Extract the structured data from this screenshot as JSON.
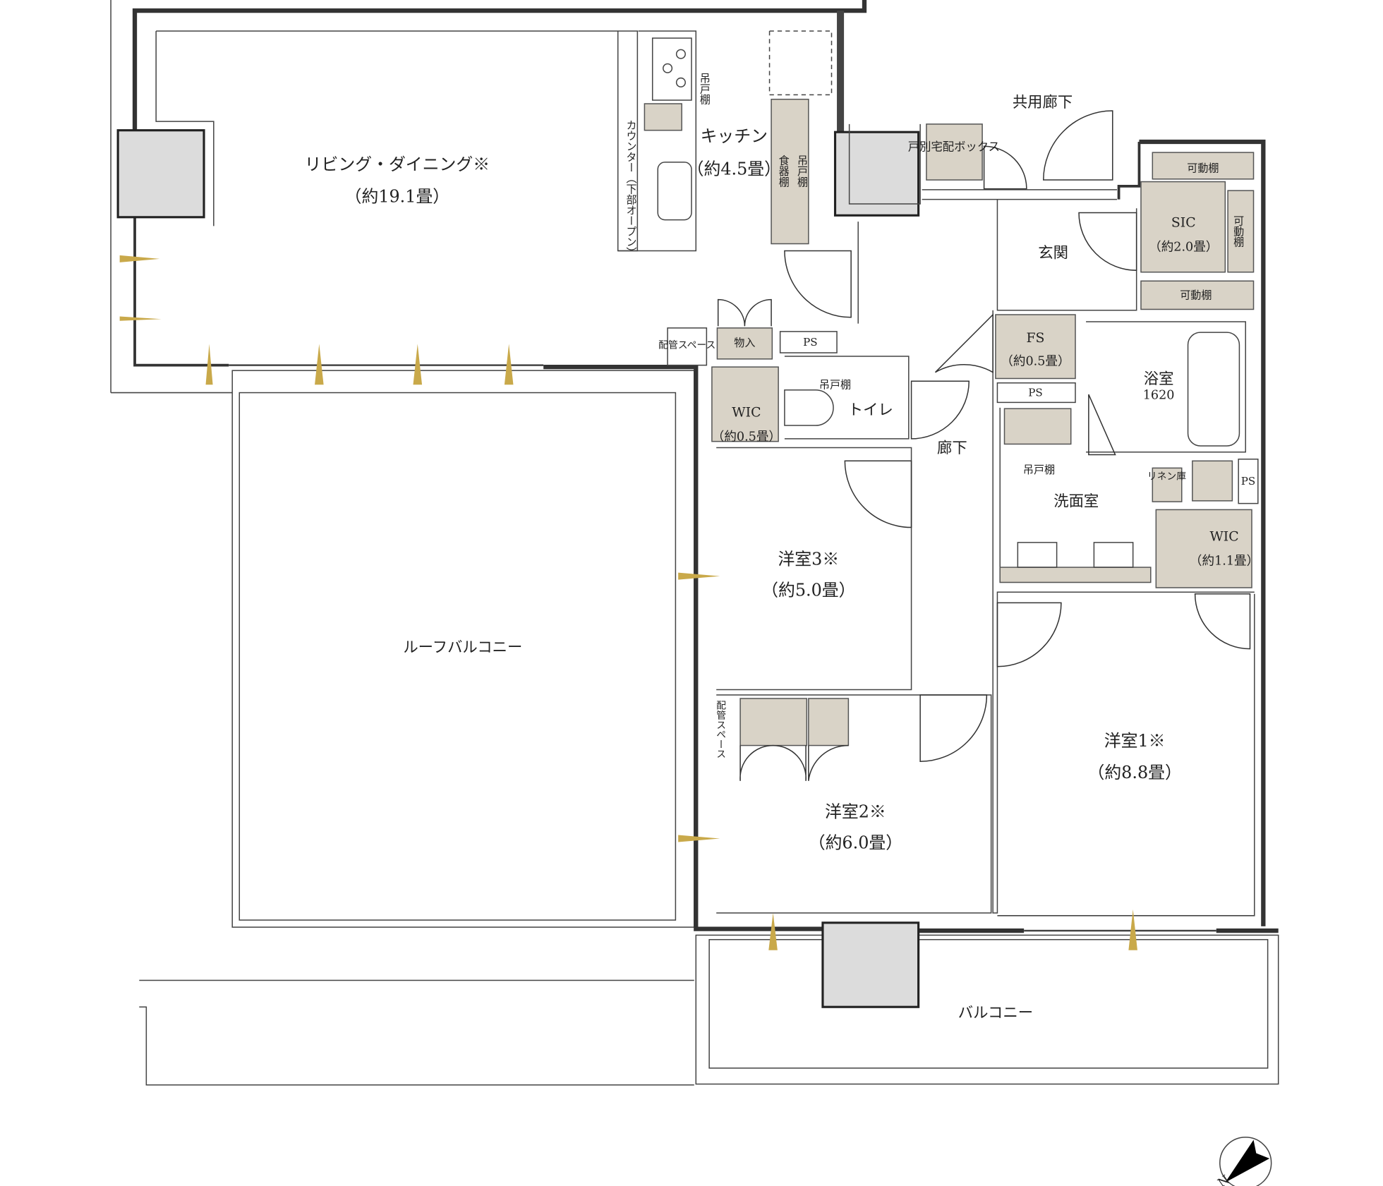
{
  "colors": {
    "storage": "#d9d3c7",
    "column": "#dcdcdc",
    "window_marker": "#c9a94a",
    "wall": "#333333"
  },
  "rooms": {
    "living": {
      "name": "リビング・ダイニング※",
      "size": "（約19.1畳）"
    },
    "kitchen": {
      "name": "キッチン",
      "size": "（約4.5畳）"
    },
    "counter": "カウンター（下部オープン）",
    "kitchen_upper_cabinet": "吊戸棚",
    "dish_cabinet": "食器棚",
    "dish_upper_cabinet": "吊戸棚",
    "delivery_box": "戸別宅配ボックス",
    "common_corridor": "共用廊下",
    "entrance": "玄関",
    "sic": {
      "name": "SIC",
      "size": "（約2.0畳）",
      "shelf_top": "可動棚",
      "shelf_side": "可動棚",
      "shelf_bottom": "可動棚"
    },
    "pipe_space_1": "配管スペース",
    "storage": "物入",
    "ps_1": "PS",
    "toilet_upper_cabinet": "吊戸棚",
    "toilet": "トイレ",
    "wic_small": {
      "name": "WIC",
      "size": "（約0.5畳）"
    },
    "hallway": "廊下",
    "fs": {
      "name": "FS",
      "size": "（約0.5畳）"
    },
    "ps_2": "PS",
    "bath": {
      "name": "浴室",
      "size": "1620"
    },
    "wash_upper_cabinet": "吊戸棚",
    "washroom": "洗面室",
    "linen": "リネン庫",
    "ps_3": "PS",
    "wic_large": {
      "name": "WIC",
      "size": "（約1.1畳）"
    },
    "bedroom3": {
      "name": "洋室3※",
      "size": "（約5.0畳）"
    },
    "roof_balcony": "ルーフバルコニー",
    "pipe_space_2": "配管スペース",
    "bedroom1": {
      "name": "洋室1※",
      "size": "（約8.8畳）"
    },
    "bedroom2": {
      "name": "洋室2※",
      "size": "（約6.0畳）"
    },
    "balcony": "バルコニー"
  },
  "compass": {
    "label": "N"
  }
}
